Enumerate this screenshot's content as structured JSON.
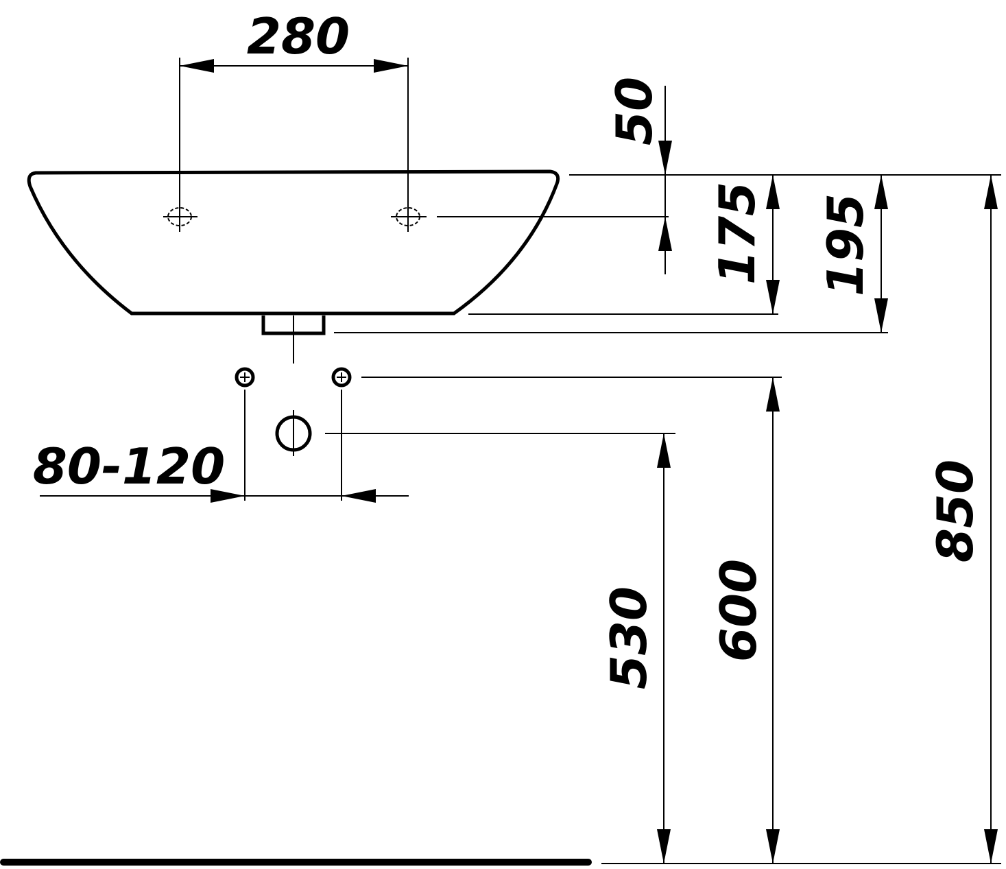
{
  "drawing": {
    "title": "Wall-hung washbasin installation dimensions",
    "dimensions": {
      "tap_spacing": "280",
      "top_to_tap": "50",
      "basin_height": "175",
      "overall_height_with_waste": "195",
      "rim_height": "850",
      "waste_height": "530",
      "supply_height": "600",
      "supply_spacing": "80-120"
    },
    "colors": {
      "line": "#000000",
      "background": "#ffffff"
    }
  }
}
